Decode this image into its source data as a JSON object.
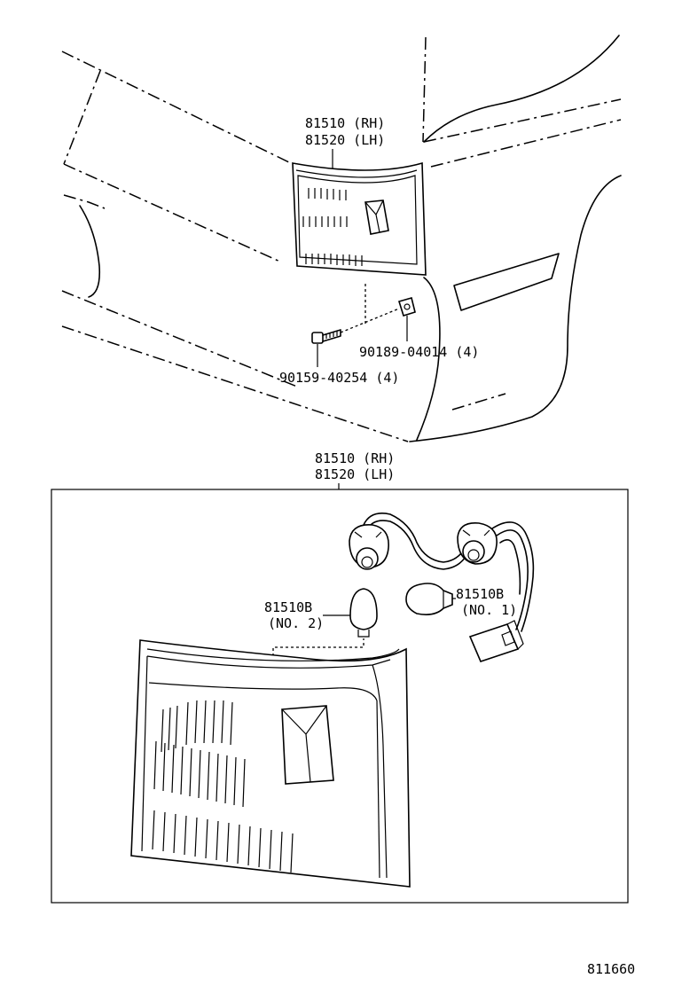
{
  "top_view": {
    "lamp_label_rh": "81510 (RH)",
    "lamp_label_lh": "81520 (LH)",
    "clip_label": "90189-04014 (4)",
    "screw_label": "90159-40254 (4)"
  },
  "detail_view": {
    "lamp_label_rh": "81510 (RH)",
    "lamp_label_lh": "81520 (LH)",
    "bulb_no2_part": "81510B",
    "bulb_no2_note": "(NO. 2)",
    "bulb_no1_part": "81510B",
    "bulb_no1_note": "(NO. 1)"
  },
  "figure_number": "811660"
}
